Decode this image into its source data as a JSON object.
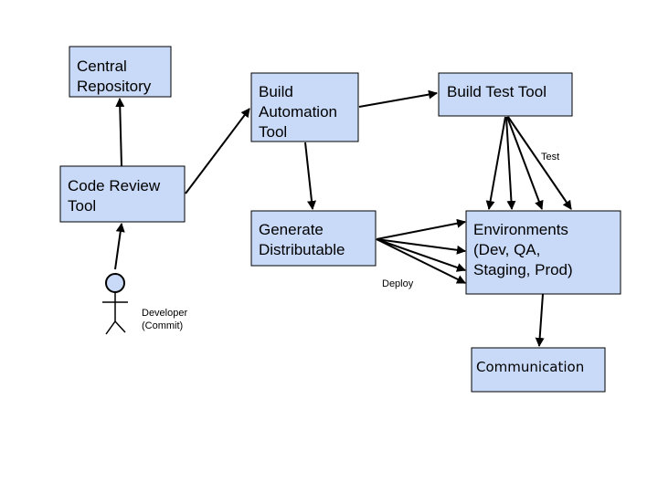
{
  "nodes": {
    "central_repository": {
      "lines": [
        "Central",
        "Repository"
      ]
    },
    "code_review_tool": {
      "lines": [
        "Code Review",
        "Tool"
      ]
    },
    "build_automation_tool": {
      "lines": [
        "Build",
        "Automation",
        "Tool"
      ]
    },
    "build_test_tool": {
      "lines": [
        "Build Test Tool"
      ]
    },
    "generate_distributable": {
      "lines": [
        "Generate",
        "Distributable"
      ]
    },
    "environments": {
      "lines": [
        "Environments",
        "(Dev, QA,",
        "Staging, Prod)"
      ]
    },
    "communication": {
      "lines": [
        "Communication"
      ]
    }
  },
  "actor": {
    "lines": [
      "Developer",
      "(Commit)"
    ]
  },
  "edge_labels": {
    "test": "Test",
    "deploy": "Deploy"
  },
  "colors": {
    "box_fill": "#c9daf8",
    "stroke": "#000000"
  }
}
